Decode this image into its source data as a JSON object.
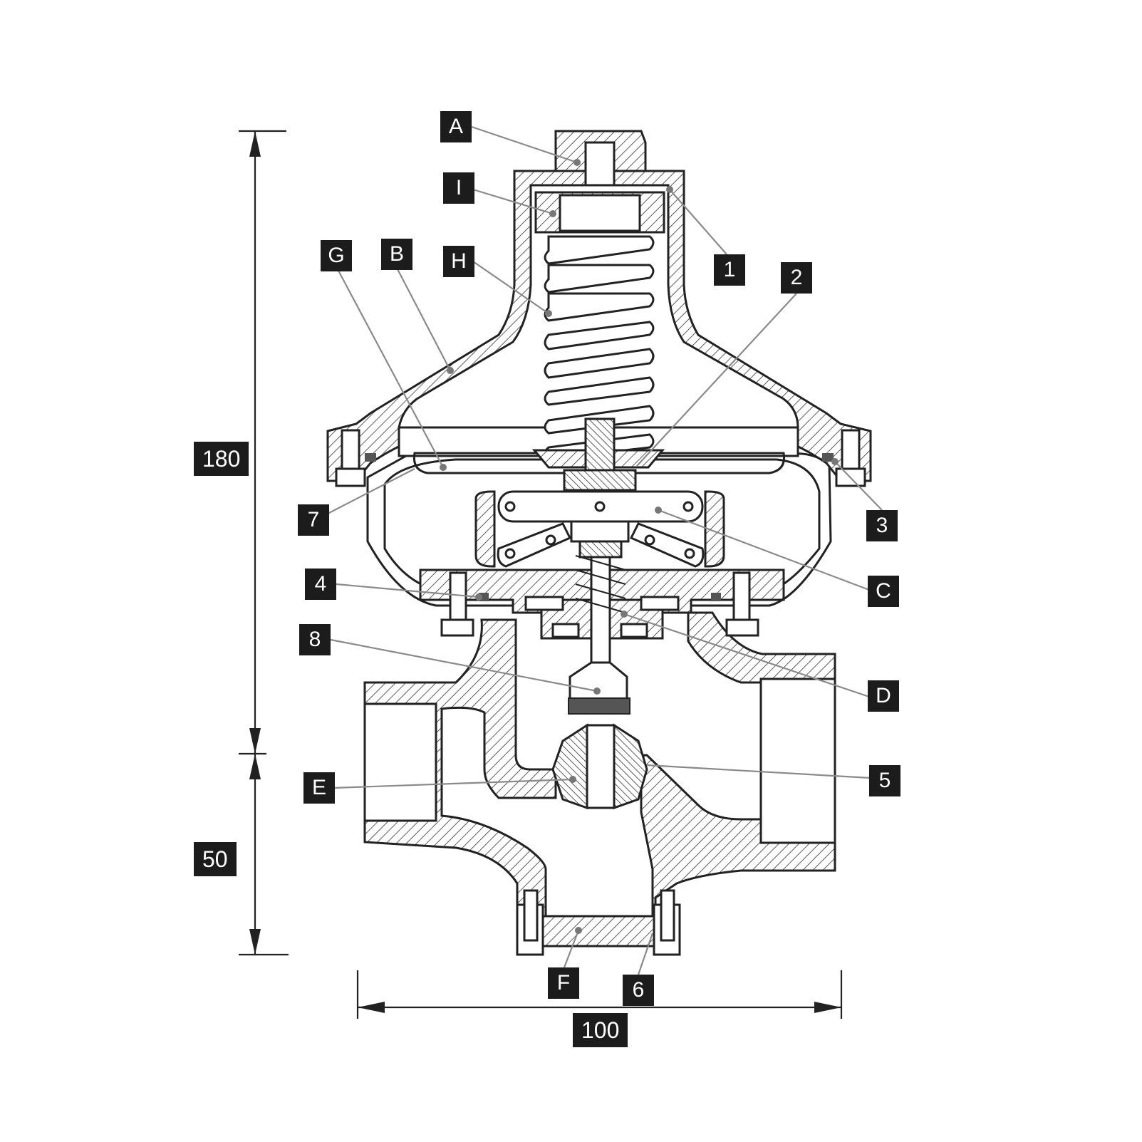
{
  "callouts": {
    "A": "A",
    "I": "I",
    "G": "G",
    "B": "B",
    "H": "H",
    "one": "1",
    "two": "2",
    "three": "3",
    "C": "C",
    "seven": "7",
    "four": "4",
    "eight": "8",
    "D": "D",
    "five": "5",
    "E": "E",
    "F": "F",
    "six": "6"
  },
  "dimensions": {
    "height_upper": "180",
    "height_lower": "50",
    "width": "100"
  },
  "colors": {
    "label_background": "#1c1c1c",
    "label_text": "#ffffff",
    "linework": "#222222",
    "leader_lines": "#8a8a8a"
  }
}
